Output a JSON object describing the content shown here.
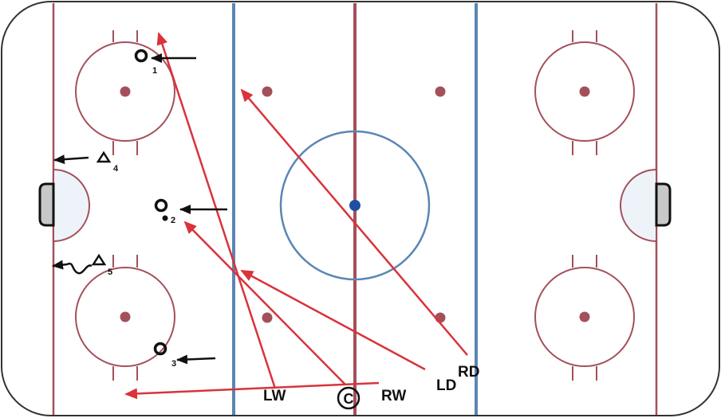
{
  "diagram": {
    "type": "hockey-rink-drill",
    "colors": {
      "board": "#333333",
      "red_line": "#a4505a",
      "blue_line": "#5b86b3",
      "faceoff": "#a4505a",
      "center_dot": "#1f4fa0",
      "crease_fill": "#eef3fa",
      "net_fill": "#c8c8c8",
      "pass_arrow": "#d9333b",
      "skate_arrow": "#111111"
    },
    "players": [
      {
        "id": "1",
        "symbol": "O",
        "label": "1"
      },
      {
        "id": "2",
        "symbol": "O",
        "label": "2",
        "has_puck": true
      },
      {
        "id": "3",
        "symbol": "O",
        "label": "3"
      },
      {
        "id": "4",
        "symbol": "triangle",
        "label": "4"
      },
      {
        "id": "5",
        "symbol": "triangle",
        "label": "5"
      }
    ],
    "positions": [
      {
        "id": "LW",
        "label": "LW"
      },
      {
        "id": "C",
        "label": "C"
      },
      {
        "id": "RW",
        "label": "RW"
      },
      {
        "id": "LD",
        "label": "LD"
      },
      {
        "id": "RD",
        "label": "RD"
      }
    ],
    "passes": [
      {
        "from": "LW",
        "to": "top-left corner"
      },
      {
        "from": "C",
        "to": "player 2"
      },
      {
        "from": "RW",
        "to": "bottom-left"
      },
      {
        "from": "LD",
        "to": "left blue line"
      },
      {
        "from": "RD",
        "to": "top neutral zone"
      }
    ]
  }
}
